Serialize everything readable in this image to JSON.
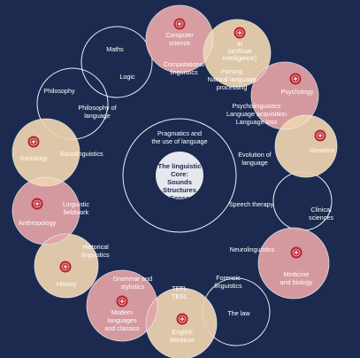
{
  "colors": {
    "background": "#1b2a4e",
    "pink": "#e3a3a6",
    "beige": "#efd4b0",
    "line": "#e9eef8",
    "emblem": "#b8242f",
    "core_fill": "#e6e8ee"
  },
  "icons": {
    "emblem": "university-emblem-icon"
  },
  "core": {
    "line1": "The linguistic",
    "line2": "Core:",
    "line3": "Sounds",
    "line4": "Structures",
    "line5": "Sense"
  },
  "center_caption": {
    "line1": "Pragmatics and",
    "line2": "the use of language"
  },
  "disciplines": {
    "computer_science": [
      "Computer",
      "science"
    ],
    "ai": [
      "AI",
      "(artificial",
      "intelligence)"
    ],
    "psychology": [
      "Psychology"
    ],
    "genetics": [
      "Genetics"
    ],
    "medicine": [
      "Medicine",
      "and biology"
    ],
    "english_literature": [
      "English",
      "literature"
    ],
    "modern_languages": [
      "Modern",
      "languages",
      "and classics"
    ],
    "history": [
      "History"
    ],
    "anthropology": [
      "Anthropology"
    ],
    "sociology": [
      "Sociology"
    ]
  },
  "fields": {
    "maths": [
      "Maths"
    ],
    "logic": [
      "Logic"
    ],
    "philosophy": [
      "Philosophy"
    ],
    "philosophy_of_language": [
      "Philosophy of",
      "language"
    ],
    "computational_linguistics": [
      "Computational",
      "linguistics"
    ],
    "parsing": [
      "Parsing",
      "Natural language",
      "processing"
    ],
    "psycholinguistics": [
      "Psycholinguistics",
      "Language acquisition",
      "Language loss"
    ],
    "evolution": [
      "Evolution of",
      "language"
    ],
    "speech_therapy": [
      "Speech therapy"
    ],
    "clinical_sciences": [
      "Clinical",
      "sciences"
    ],
    "neurolinguistics": [
      "Neurolinguistics"
    ],
    "forensic": [
      "Forensic",
      "linguistics"
    ],
    "the_law": [
      "The law"
    ],
    "tefl": [
      "TEFL",
      "TESL"
    ],
    "grammar": [
      "Grammar and",
      "stylistics"
    ],
    "historical_linguistics": [
      "Historical",
      "linguistics"
    ],
    "linguistic_fieldwork": [
      "Linguistic",
      "fieldwork"
    ],
    "sociolinguistics": [
      "Sociolinguistics"
    ]
  }
}
